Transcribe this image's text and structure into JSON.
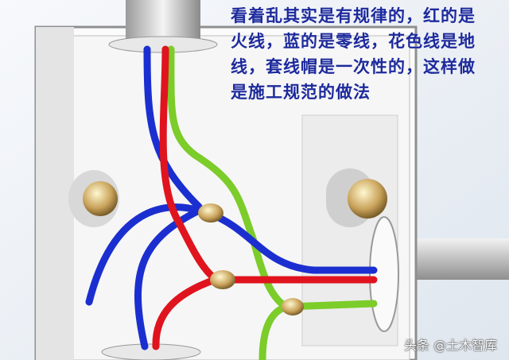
{
  "caption": {
    "lines": [
      "看着乱其实是有规律的，红的是",
      "火线，蓝的是零线，花色线是地",
      "线，套线帽是一次性的，这样做",
      "是施工规范的做法"
    ]
  },
  "watermark": "头条 @土木智库",
  "colors": {
    "live_wire": "#e0141e",
    "neutral_wire": "#1b2fd0",
    "earth_wire": "#7ccc2a",
    "text": "#1d2a9c"
  }
}
